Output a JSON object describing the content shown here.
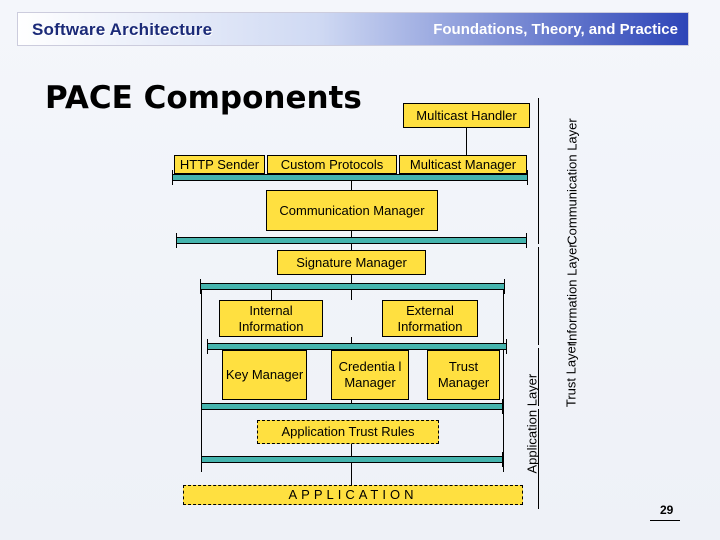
{
  "header": {
    "left_title": "Software Architecture",
    "right_title": "Foundations, Theory, and Practice"
  },
  "slide": {
    "title": "PACE Components",
    "page_number": "29"
  },
  "components": {
    "multicast_handler": "Multicast Handler",
    "http_sender": "HTTP Sender",
    "custom_protocols": "Custom Protocols",
    "multicast_manager": "Multicast Manager",
    "communication_manager": "Communication Manager",
    "signature_manager": "Signature Manager",
    "internal_information": "Internal Information",
    "external_information": "External Information",
    "key_manager": "Key Manager",
    "credential_manager": "Credentia l Manager",
    "trust_manager": "Trust Manager",
    "application_trust_rules": "Application Trust Rules",
    "application": "APPLICATION"
  },
  "layers": {
    "communication": "Communication Layer",
    "information": "Information Layer",
    "trust": "Trust Layer",
    "application": "Application Layer"
  },
  "colors": {
    "box_fill": "#ffe040",
    "bus_fill": "#45b4ae",
    "header_dark": "#2d45b8"
  }
}
